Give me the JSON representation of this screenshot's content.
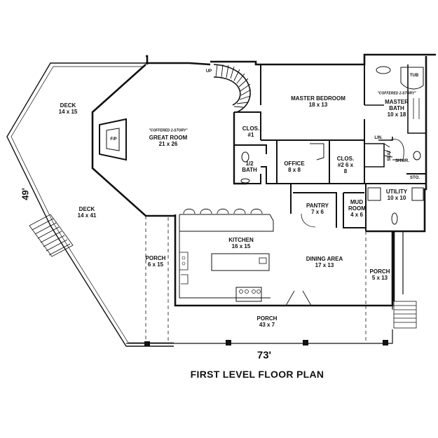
{
  "title": "FIRST LEVEL FLOOR PLAN",
  "dimensions": {
    "width": "73'",
    "depth": "49'"
  },
  "rooms": {
    "deck_top": {
      "name": "DECK",
      "size": "14 x 15"
    },
    "deck_bottom": {
      "name": "DECK",
      "size": "14 x 41"
    },
    "great_room": {
      "note": "\"COFFERED 2-STORY\"",
      "name": "GREAT ROOM",
      "size": "21 x 26"
    },
    "master_bedroom": {
      "name": "MASTER BEDROOM",
      "size": "18 x 13"
    },
    "master_bath": {
      "note": "\"COFFERED 2-STORY\"",
      "name": "MASTER BATH",
      "size": "10 x 18"
    },
    "clos1": {
      "name": "CLOS.",
      "size": "#1"
    },
    "half_bath": {
      "name": "1/2",
      "size": "BATH"
    },
    "office": {
      "name": "OFFICE",
      "size": "8 x 8"
    },
    "clos2": {
      "name": "CLOS.",
      "size": "#2 6 x 8"
    },
    "pantry": {
      "name": "PANTRY",
      "size": "7 x 6"
    },
    "mud_room": {
      "name": "MUD ROOM",
      "size": "4 x 6"
    },
    "utility": {
      "name": "UTILITY",
      "size": "10 x 10"
    },
    "kitchen": {
      "name": "KITCHEN",
      "size": "16 x 15"
    },
    "dining": {
      "name": "DINING AREA",
      "size": "17 x 13"
    },
    "porch_left": {
      "name": "PORCH",
      "size": "6 x 15"
    },
    "porch_right": {
      "name": "PORCH",
      "size": "5 x 13"
    },
    "porch_front": {
      "name": "PORCH",
      "size": "43 x 7"
    }
  },
  "tags": {
    "fp": "F/P",
    "up": "UP",
    "lin": "LIN.",
    "sto": "STO.",
    "tub": "TUB",
    "seat": "SEAT",
    "shwr": "SHWR."
  }
}
